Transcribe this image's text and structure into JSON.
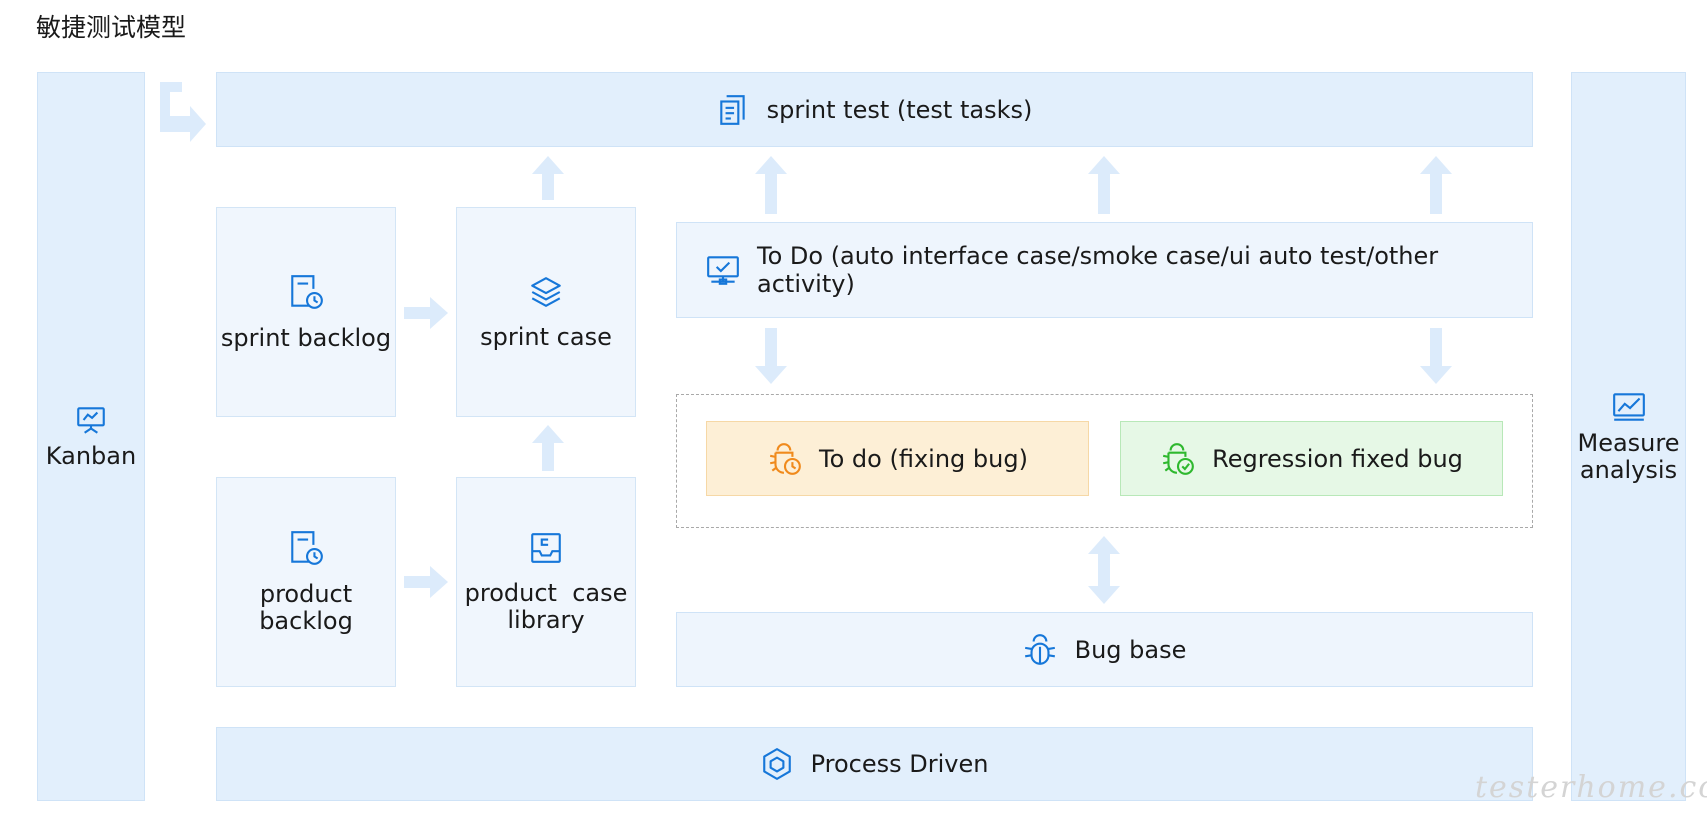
{
  "title": "敏捷测试模型",
  "kanban": {
    "label": "Kanban",
    "icon": "presentation-board-icon"
  },
  "measure": {
    "label_line1": "Measure",
    "label_line2": "analysis",
    "icon": "line-chart-icon"
  },
  "sprint_test": {
    "label": "sprint test (test tasks)",
    "icon": "documents-icon"
  },
  "sprint_backlog": {
    "label": "sprint backlog",
    "icon": "clock-document-icon"
  },
  "sprint_case": {
    "label": "sprint case",
    "icon": "layers-icon"
  },
  "product_backlog": {
    "line1": "product",
    "line2": "backlog",
    "icon": "clock-document-icon"
  },
  "product_case_library": {
    "line1": "product  case",
    "line2": "library",
    "icon": "inbox-icon"
  },
  "todo_main": {
    "label": "To Do (auto interface case/smoke case/ui auto test/other activity)",
    "icon": "monitor-check-icon"
  },
  "todo_fixing": {
    "label": "To do (fixing bug)",
    "icon": "bug-clock-icon"
  },
  "regression": {
    "label": "Regression fixed bug",
    "icon": "bug-check-icon"
  },
  "bug_base": {
    "label": "Bug base",
    "icon": "bug-icon"
  },
  "process_driven": {
    "label": "Process Driven",
    "icon": "hexagon-icon"
  },
  "watermark": "testerhome.com",
  "colors": {
    "accent": "#1677d9",
    "orange": "#f08a1c",
    "green": "#2eb82e",
    "panel": "#e2effc"
  }
}
